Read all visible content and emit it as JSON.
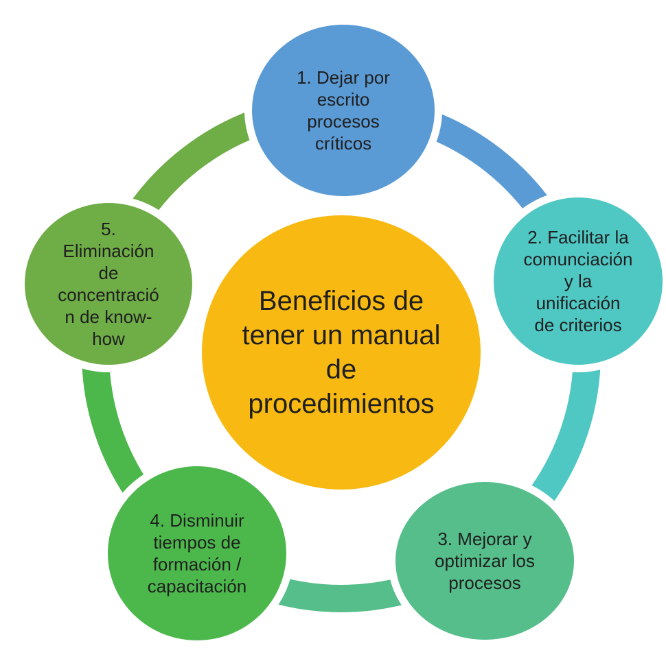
{
  "diagram": {
    "title_hint": "radial-benefits-diagram",
    "background": "#ffffff",
    "text_color": "#1f1f1f",
    "center": {
      "label": "Beneficios de\ntener un manual\nde\nprocedimientos",
      "color": "#f8ba12"
    },
    "nodes": [
      {
        "id": "1",
        "label": "1. Dejar por\nescrito\nprocesos\ncríticos",
        "color": "#5b9bd5"
      },
      {
        "id": "2",
        "label": "2. Facilitar la\ncomunciación\ny la\nunificación\nde criterios",
        "color": "#4fc7c3"
      },
      {
        "id": "3",
        "label": "3. Mejorar y\noptimizar los\nprocesos",
        "color": "#55be8b"
      },
      {
        "id": "4",
        "label": "4. Disminuir\ntiempos de\nformación /\ncapacitación",
        "color": "#4cb84c"
      },
      {
        "id": "5",
        "label": "5.\nEliminación\nde\nconcentració\nn de know-\nhow",
        "color": "#6fad47"
      }
    ],
    "arcs": [
      {
        "from": "5",
        "to": "1",
        "color": "#6fad47"
      },
      {
        "from": "1",
        "to": "2",
        "color": "#5b9bd5"
      },
      {
        "from": "2",
        "to": "3",
        "color": "#4fc7c3"
      },
      {
        "from": "3",
        "to": "4",
        "color": "#55be8b"
      },
      {
        "from": "4",
        "to": "5",
        "color": "#4cb84c"
      }
    ]
  }
}
